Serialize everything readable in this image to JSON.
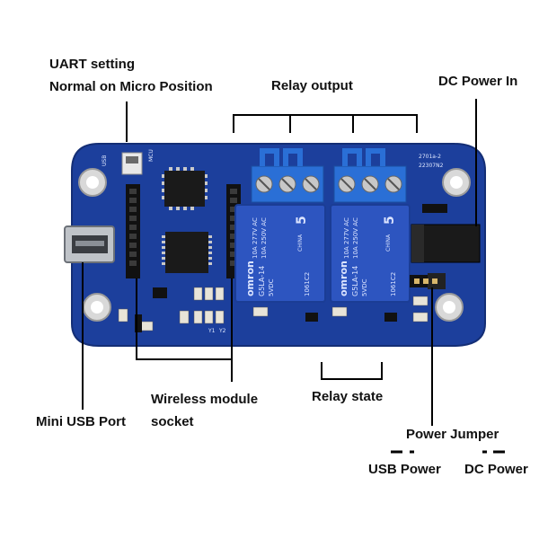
{
  "labels": {
    "uart_line1": "UART setting",
    "uart_line2": "Normal on Micro Position",
    "relay_output": "Relay output",
    "dc_power_in": "DC Power In",
    "wireless_line1": "Wireless module",
    "wireless_line2": "socket",
    "relay_state": "Relay state",
    "mini_usb": "Mini USB Port",
    "power_jumper": "Power Jumper",
    "usb_power": "USB Power",
    "dc_power": "DC Power"
  },
  "board": {
    "silkscreen": [
      "USB",
      "MCU",
      "2701a-2",
      "22307N2",
      "Y1",
      "Y2"
    ],
    "relays": [
      {
        "brand": "omron",
        "label": "CHINA",
        "value": "5",
        "model": "G5LA-14",
        "rating": "5VDC",
        "spec1": "10A 277V AC",
        "spec2": "10A 250V AC",
        "date": "1061C2"
      },
      {
        "brand": "omron",
        "label": "CHINA",
        "value": "5",
        "model": "G5LA-14",
        "rating": "5VDC",
        "spec1": "10A 277V AC",
        "spec2": "10A 250V AC",
        "date": "1061C2"
      }
    ]
  },
  "colors": {
    "pcb": "#1c3f9c",
    "terminal": "#2a6fd6",
    "relay": "#2d55c0",
    "text": "#111111"
  }
}
